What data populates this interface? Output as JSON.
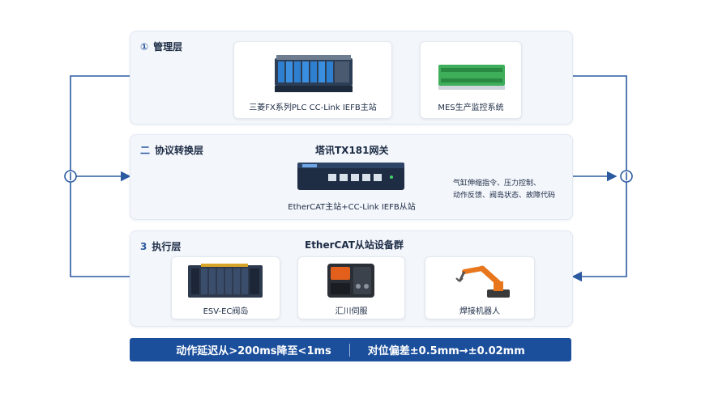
{
  "layers": {
    "management": {
      "icon": "①",
      "title": "管理层"
    },
    "protocol": {
      "icon": "二",
      "title": "协议转换层"
    },
    "execution": {
      "icon": "3",
      "title": "执行层"
    }
  },
  "devices": {
    "plc": {
      "label": "三菱FX系列PLC CC-Link IEFB主站"
    },
    "mes": {
      "label": "MES生产监控系统"
    },
    "gateway": {
      "title": "塔讯TX181网关",
      "label": "EtherCAT主站+CC-Link IEFB从站"
    },
    "signals": {
      "line1": "气缸伸缩指令、压力控制、",
      "line2": "动作反馈、阀岛状态、故障代码"
    },
    "exec_title": "EtherCAT从站设备群",
    "valve": {
      "label": "ESV-EC阀岛"
    },
    "servo": {
      "label": "汇川伺服"
    },
    "robot": {
      "label": "焊接机器人"
    }
  },
  "side_nodes": {
    "left": "①",
    "right": "①"
  },
  "banner": {
    "left": "动作延迟从>200ms降至<1ms",
    "right": "对位偏差±0.5mm→±0.02mm"
  },
  "colors": {
    "accent": "#1b4f9c",
    "line": "#2c5aa0",
    "layer_bg": "#f3f6fb"
  }
}
